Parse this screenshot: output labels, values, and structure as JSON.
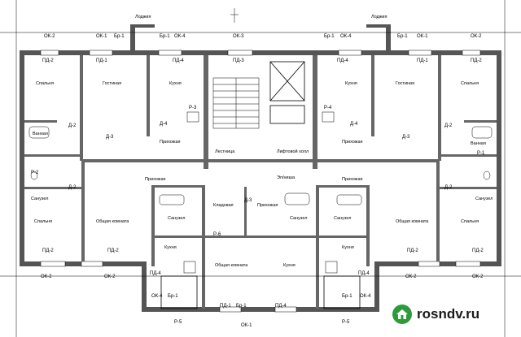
{
  "rooms": {
    "loggia_left": "Лоджия",
    "loggia_right": "Лоджия",
    "bedroom_l": "Спальня",
    "living_l": "Гостиная",
    "kitchen_l": "Кухня",
    "kitchen_r": "Кухня",
    "living_r": "Гостиная",
    "bedroom_r": "Спальня",
    "bath_l": "Ванная",
    "bath_r": "Ванная",
    "hall_l": "Прихожая",
    "hall_r": "Прихожая",
    "stair": "Лестница",
    "lift": "Лифтовой холл",
    "su_l": "Санузел",
    "su_r": "Санузел",
    "bed2_l": "Спальня",
    "bed2_r": "Спальня",
    "common_l": "Общая комната",
    "common_r": "Общая комната",
    "hall2_l": "Прихожая",
    "hall2_r": "Прихожая",
    "su2_l": "Санузел",
    "su2_r": "Санузел",
    "pantry": "Кладовая",
    "hall3": "Прихожая",
    "eh": "Эл/ниша",
    "su3": "Санузел",
    "common_c": "Общая комната",
    "kitchen_c": "Кухня",
    "kitchen_b_l": "Кухня",
    "kitchen_b_r": "Кухня"
  },
  "marks": {
    "ok2": "ОК-2",
    "ok1": "ОК-1",
    "ok3": "ОК-3",
    "ok4": "ОК-4",
    "br1": "Бр-1",
    "pd2": "ПД-2",
    "pd1": "ПД-1",
    "pd3": "ПД-3",
    "pd4": "ПД-4",
    "d2": "Д-2",
    "d3": "Д-3",
    "d4": "Д-4",
    "r3": "Р-3",
    "r4": "Р-4",
    "r2": "Р-2",
    "r1": "Р-1",
    "r6": "Р-6",
    "r5": "Р-5"
  },
  "watermark": {
    "text": "rosndv.ru",
    "logo_icon": "house-logo-icon",
    "accent": "#2e9a3b"
  }
}
